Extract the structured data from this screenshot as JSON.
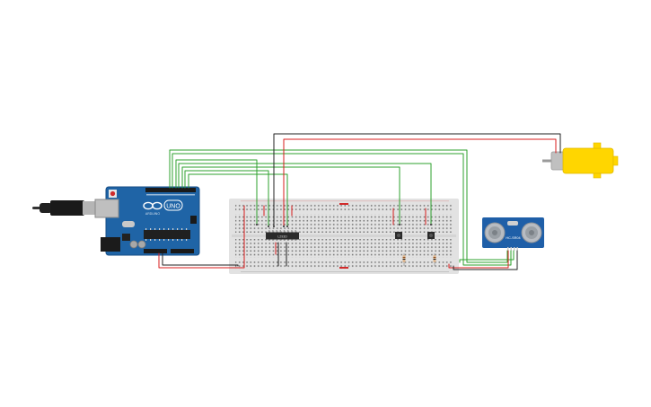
{
  "colors": {
    "background": "#ffffff",
    "arduino_board": "#1f64a6",
    "arduino_dark": "#174e85",
    "breadboard": "#e2e2e2",
    "breadboard_hole": "#7a7a7a",
    "rail_red": "#d22b2b",
    "rail_black": "#333333",
    "wire_green": "#2ea02e",
    "wire_red": "#d81e1e",
    "wire_black": "#222222",
    "motor_yellow": "#ffd600",
    "motor_silver": "#c0c0c0",
    "sensor_board": "#1f5fa8",
    "sensor_transducer": "#b8bcc2",
    "chip": "#2b2b2b",
    "resistor_body": "#d9b38c"
  },
  "arduino": {
    "uno_logo_text": "UNO",
    "brand_text": "ARDUINO",
    "infinity_icon": "arduino-infinity-icon"
  },
  "ic": {
    "label": "L293D"
  },
  "ultrasonic": {
    "label": "HC-SR04"
  },
  "components": {
    "usb_cable_icon": "usb-cable-icon",
    "dc_motor_icon": "dc-gear-motor-icon",
    "push_button_icon": "push-button-icon",
    "resistor_icon": "resistor-icon"
  }
}
